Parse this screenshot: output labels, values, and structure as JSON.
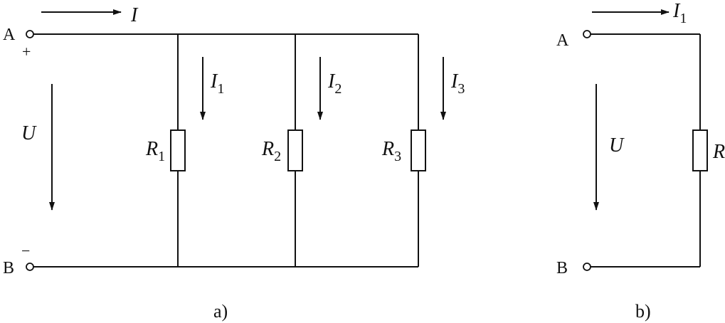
{
  "diagram_a": {
    "caption": "a)",
    "terminal_top": "A",
    "terminal_bottom": "B",
    "plus_sign": "+",
    "minus_sign": "−",
    "current_total": "I",
    "voltage": "U",
    "branches": [
      {
        "current": "I",
        "current_sub": "1",
        "resistor": "R",
        "resistor_sub": "1"
      },
      {
        "current": "I",
        "current_sub": "2",
        "resistor": "R",
        "resistor_sub": "2"
      },
      {
        "current": "I",
        "current_sub": "3",
        "resistor": "R",
        "resistor_sub": "3"
      }
    ]
  },
  "diagram_b": {
    "caption": "b)",
    "terminal_top": "A",
    "terminal_bottom": "B",
    "current": "I",
    "current_sub": "1",
    "voltage": "U",
    "resistor": "R"
  }
}
